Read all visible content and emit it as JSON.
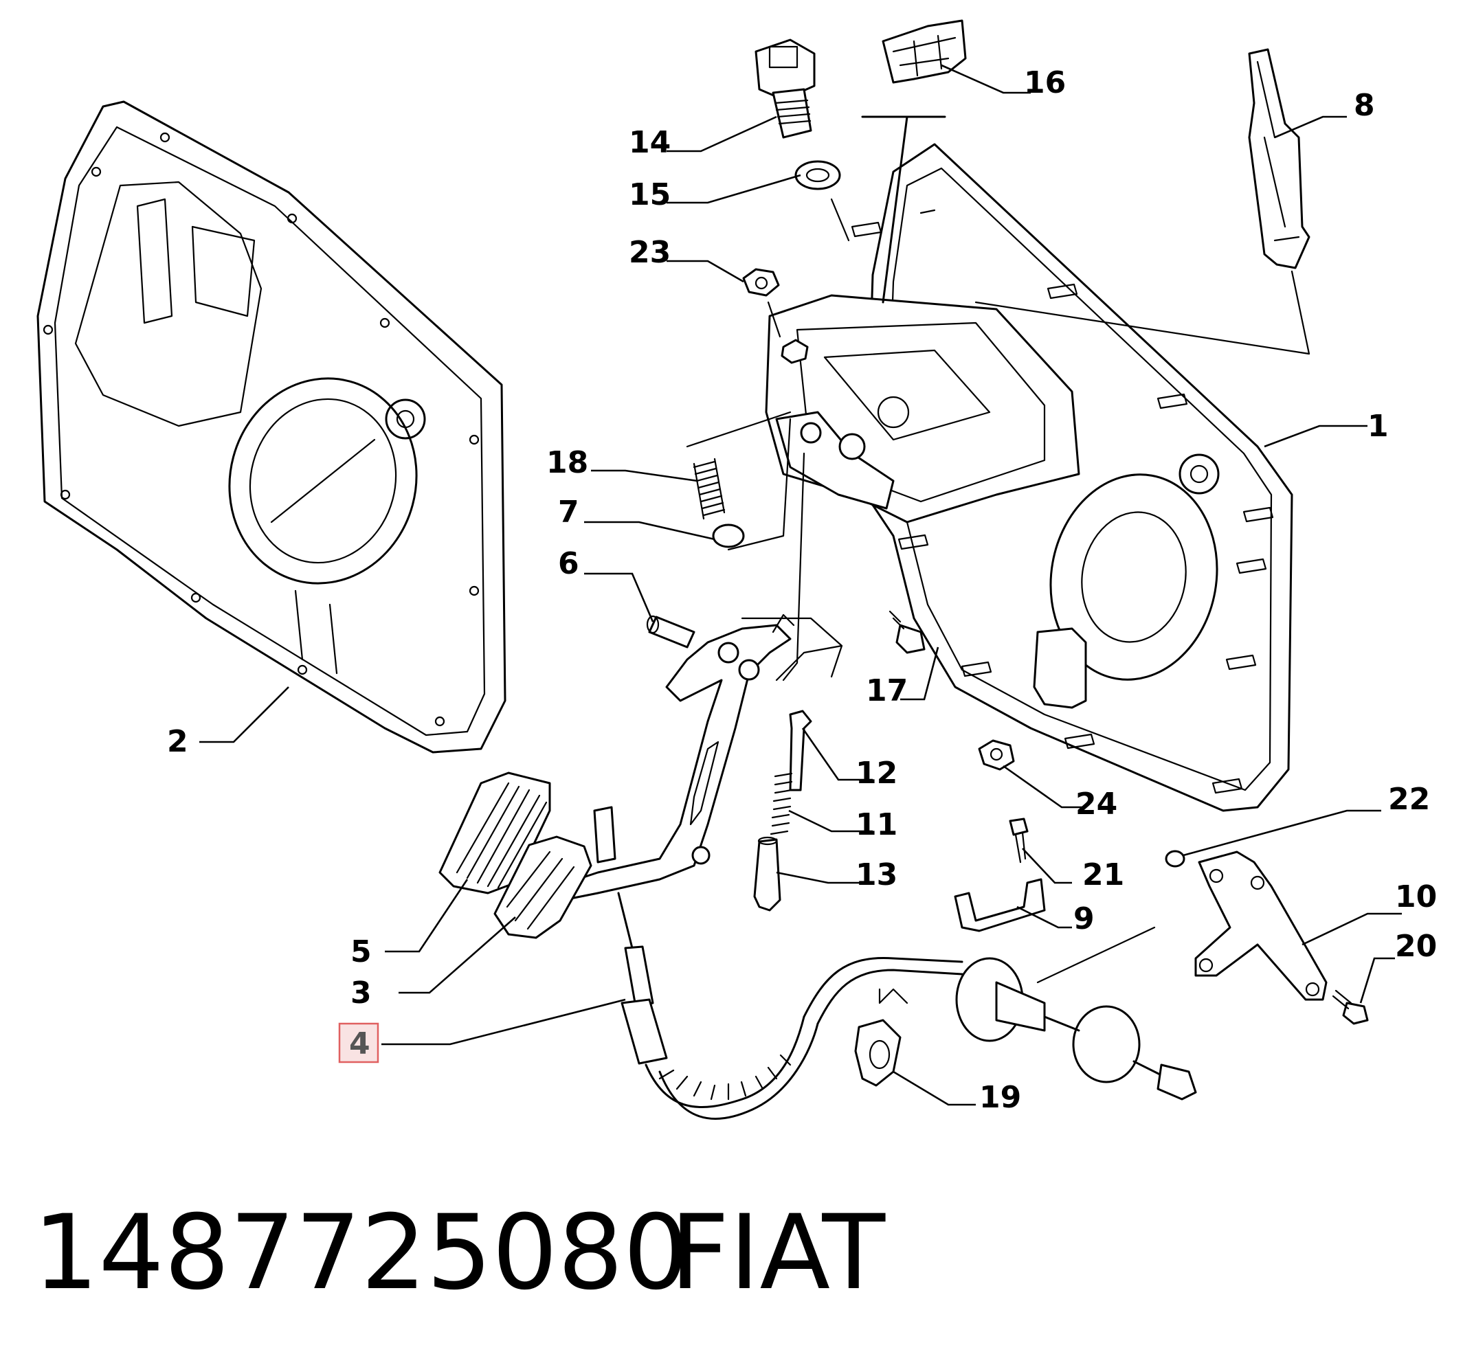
{
  "callouts": [
    {
      "label": "1"
    },
    {
      "label": "2"
    },
    {
      "label": "3"
    },
    {
      "label": "4",
      "highlighted": true
    },
    {
      "label": "5"
    },
    {
      "label": "6"
    },
    {
      "label": "7"
    },
    {
      "label": "8"
    },
    {
      "label": "9"
    },
    {
      "label": "10"
    },
    {
      "label": "11"
    },
    {
      "label": "12"
    },
    {
      "label": "13"
    },
    {
      "label": "14"
    },
    {
      "label": "15"
    },
    {
      "label": "16"
    },
    {
      "label": "17"
    },
    {
      "label": "18"
    },
    {
      "label": "19"
    },
    {
      "label": "20"
    },
    {
      "label": "21"
    },
    {
      "label": "22"
    },
    {
      "label": "23"
    },
    {
      "label": "24"
    }
  ],
  "caption": {
    "part_number": "1487725080",
    "brand": "FIAT"
  },
  "colors": {
    "lines": "#000000",
    "background": "#ffffff",
    "highlight_border": "#e06060",
    "highlight_fill": "#f9e3e3",
    "highlight_text": "#555555"
  }
}
